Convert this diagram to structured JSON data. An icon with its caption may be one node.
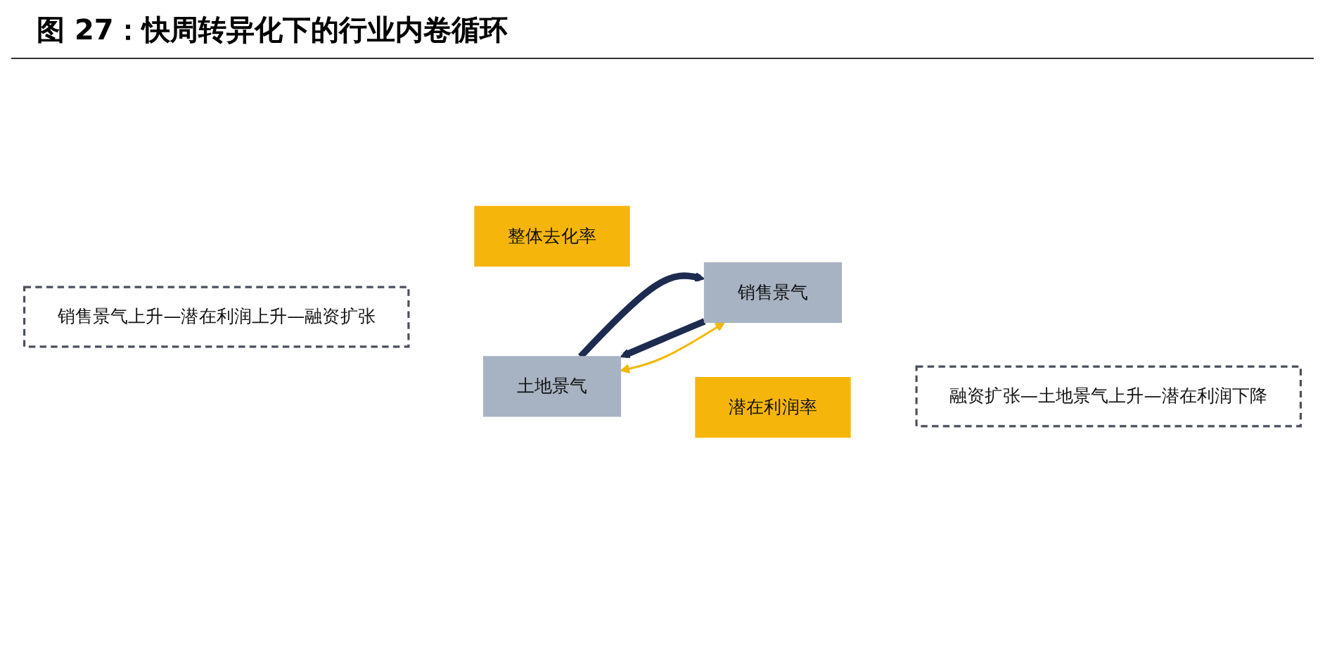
{
  "diagram": {
    "title": "图 27：快周转异化下的行业内卷循环",
    "nodes": [
      {
        "text": [
          "销售景气上升—潜在利润上升—融资扩张"
        ]
      },
      {
        "text": [
          "整体去化率"
        ]
      },
      {
        "text": [
          "销售景气"
        ]
      },
      {
        "text": [
          "土地景气"
        ]
      },
      {
        "text": [
          "潜在利润率"
        ]
      },
      {
        "text": [
          "融资扩张—土地景气上升—潜在利润下降"
        ]
      }
    ],
    "edges": [
      {
        "from": 2,
        "to": 3,
        "arrow": "to"
      },
      {
        "from": 2,
        "to": 3,
        "arrow": "both",
        "color": "#f2b807"
      },
      {
        "from": 3,
        "to": 2,
        "arrow": "to"
      }
    ]
  }
}
